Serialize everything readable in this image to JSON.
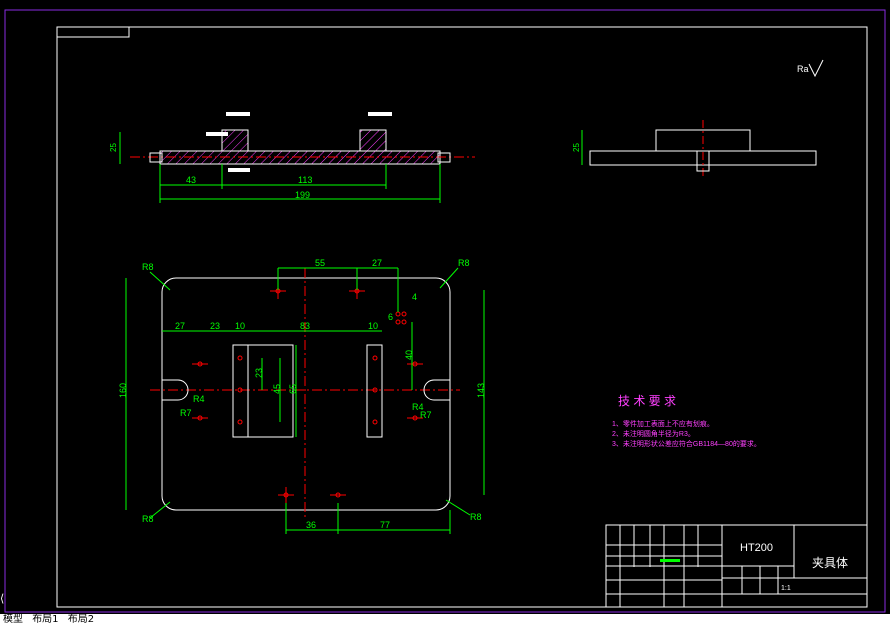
{
  "drawing": {
    "title_block": {
      "material": "HT200",
      "part_name": "夹具体",
      "scale": "1:1"
    },
    "tech_requirements": {
      "heading": "技 术 要 求",
      "items": [
        "1、零件加工表面上不应有划痕。",
        "2、未注明圆角半径为R3。",
        "3、未注明形状公差应符合GB1184—80的要求。"
      ]
    },
    "surface_note": "Ra",
    "front_dims": {
      "d25": "25",
      "d43": "43",
      "d113": "113",
      "d199": "199"
    },
    "side_dims": {
      "d25": "25"
    },
    "plan_dims": {
      "r8_tl": "R8",
      "r8_tr": "R8",
      "r8_bl": "R8",
      "r8_br": "R8",
      "d55": "55",
      "d27_top": "27",
      "d4": "4",
      "d6": "6",
      "d27_left": "27",
      "d23_top": "23",
      "d10_a": "10",
      "d83": "83",
      "d10_b": "10",
      "d40": "40",
      "d160": "160",
      "d143": "143",
      "d23_v": "23",
      "d45": "45",
      "d65": "65",
      "r4_l": "R4",
      "r7_l": "R7",
      "r4_r": "R4",
      "r7_r": "R7",
      "d36": "36",
      "d77": "77"
    }
  },
  "tabs": [
    "模型",
    "布局1",
    "布局2"
  ],
  "colors": {
    "bg": "#000000",
    "outline": "#ffffff",
    "dim": "#00ff00",
    "center": "#ff0000",
    "text_magenta": "#ff40ff",
    "hatch": "#ff40ff"
  }
}
